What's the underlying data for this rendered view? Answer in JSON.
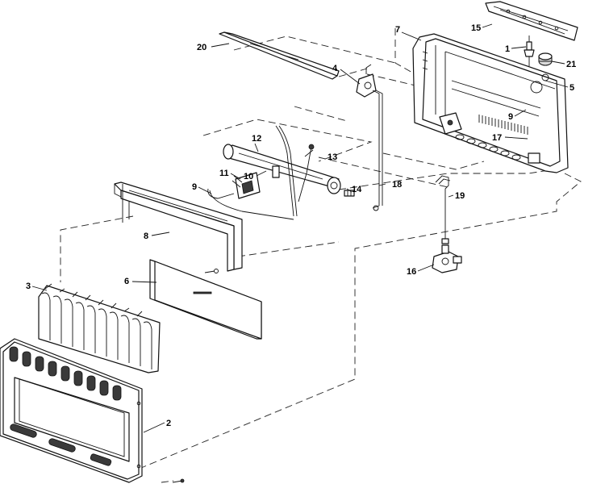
{
  "diagram": {
    "callouts": {
      "c1": "1",
      "c2": "2",
      "c3": "3",
      "c4": "4",
      "c5": "5",
      "c6": "6",
      "c7": "7",
      "c8": "8",
      "c9a": "9",
      "c9b": "9",
      "c10": "10",
      "c11": "11",
      "c12": "12",
      "c13": "13",
      "c14": "14",
      "c15": "15",
      "c16": "16",
      "c17": "17",
      "c18": "18",
      "c19": "19",
      "c20": "20",
      "c21": "21"
    }
  }
}
